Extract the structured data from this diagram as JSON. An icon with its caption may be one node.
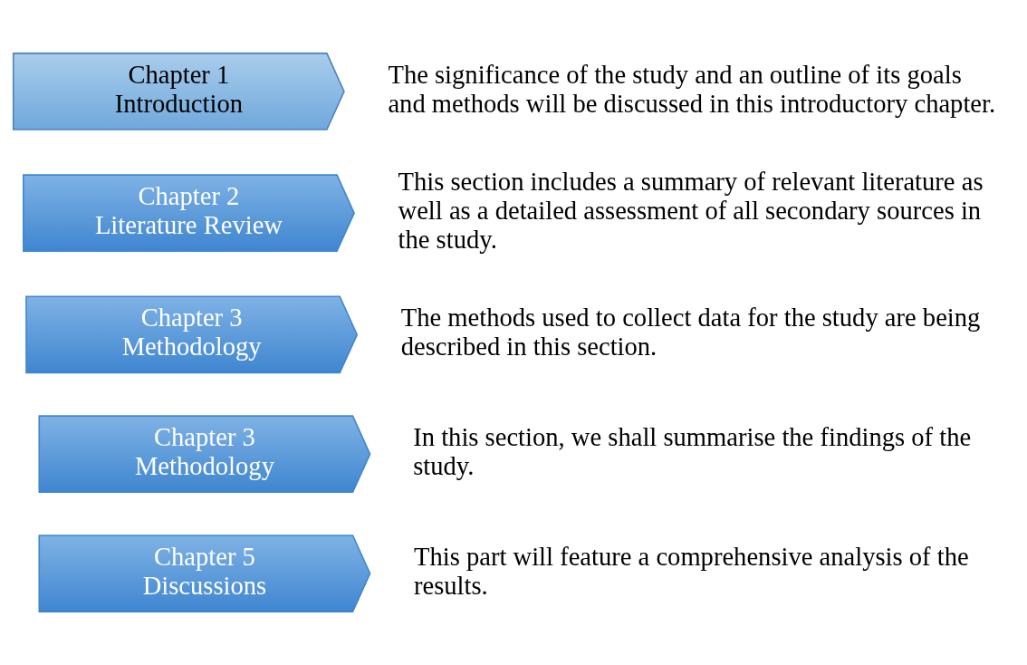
{
  "diagram": {
    "nodes": [
      {
        "text": [
          "Chapter 1",
          "Introduction"
        ],
        "beside": [
          "The significance of the study and an outline of its goals and methods will be discussed in this introductory chapter."
        ]
      },
      {
        "text": [
          "Chapter 2",
          "Literature Review"
        ],
        "beside": [
          "This section includes a summary of relevant literature as well as a detailed assessment of all secondary sources in the study."
        ]
      },
      {
        "text": [
          "Chapter 3",
          "Methodology"
        ],
        "beside": [
          "The methods used to collect data for the study are being described in this section."
        ]
      },
      {
        "text": [
          "Chapter 3",
          "Methodology"
        ],
        "beside": [
          "In this section, we shall summarise the findings of the study."
        ]
      },
      {
        "text": [
          "Chapter 5",
          "Discussions"
        ],
        "beside": [
          "This part will feature a comprehensive analysis of the results."
        ]
      }
    ]
  }
}
